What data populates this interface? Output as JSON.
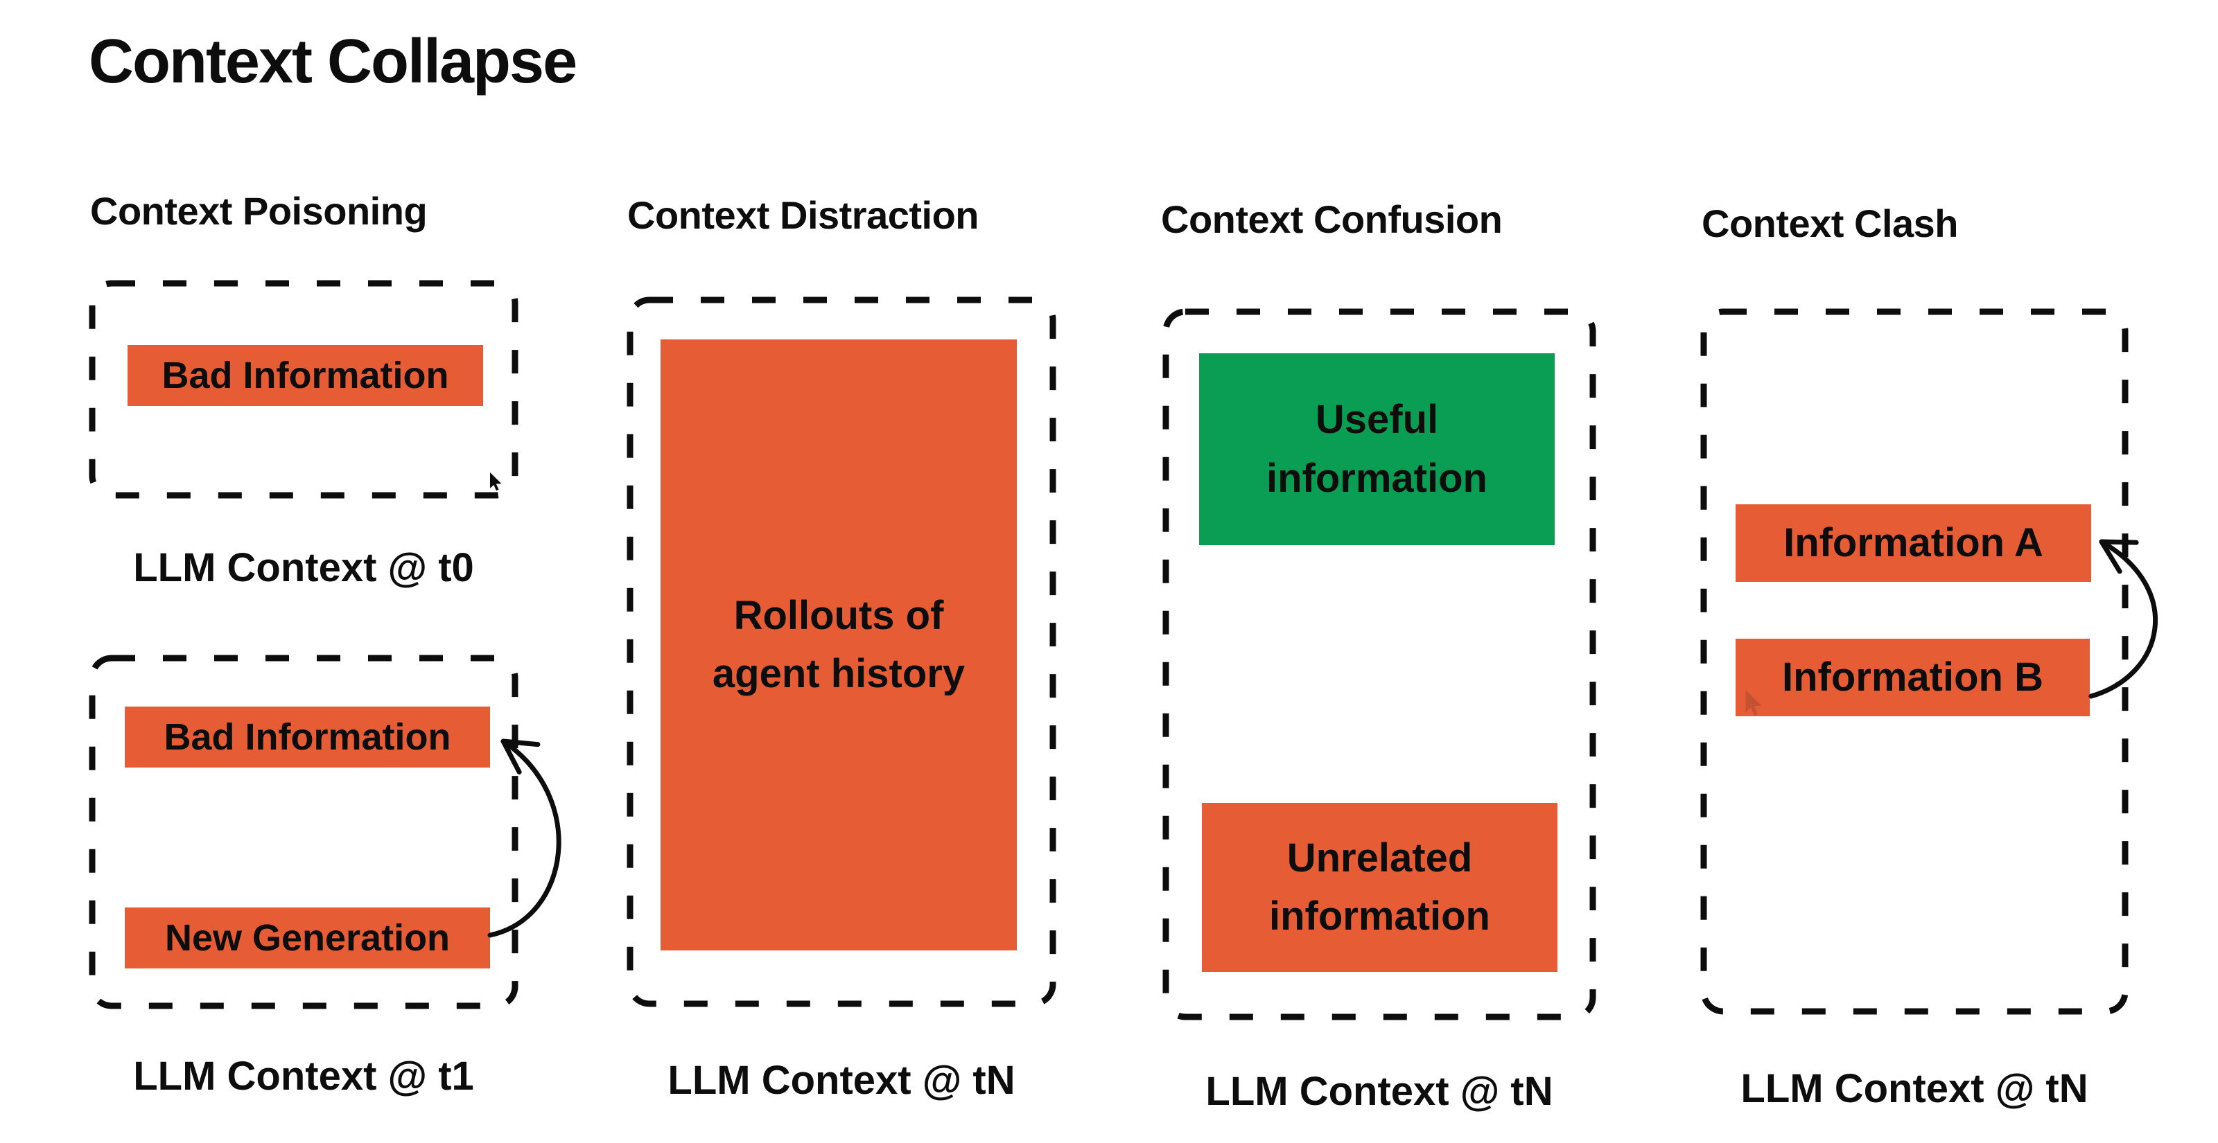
{
  "title": "Context Collapse",
  "colors": {
    "orange": "#e65c35",
    "green": "#0a9e54",
    "ink": "#0d0d0d",
    "background": "#ffffff"
  },
  "panels": [
    {
      "title": "Context Poisoning",
      "containers": [
        {
          "label": "LLM Context @ t0",
          "boxes": [
            {
              "text": "Bad Information",
              "color": "orange"
            }
          ]
        },
        {
          "label": "LLM Context @ t1",
          "boxes": [
            {
              "text": "Bad Information",
              "color": "orange"
            },
            {
              "text": "New Generation",
              "color": "orange"
            }
          ],
          "arrow": {
            "from": "New Generation",
            "to": "Bad Information"
          }
        }
      ]
    },
    {
      "title": "Context Distraction",
      "containers": [
        {
          "label": "LLM Context @ tN",
          "boxes": [
            {
              "text": "Rollouts of agent history",
              "color": "orange"
            }
          ]
        }
      ]
    },
    {
      "title": "Context Confusion",
      "containers": [
        {
          "label": "LLM Context @ tN",
          "boxes": [
            {
              "text": "Useful information",
              "color": "green"
            },
            {
              "text": "Unrelated information",
              "color": "orange"
            }
          ]
        }
      ]
    },
    {
      "title": "Context Clash",
      "containers": [
        {
          "label": "LLM Context @ tN",
          "boxes": [
            {
              "text": "Information A",
              "color": "orange"
            },
            {
              "text": "Information B",
              "color": "orange"
            }
          ],
          "arrow": {
            "from": "Information B",
            "to": "Information A"
          }
        }
      ]
    }
  ]
}
